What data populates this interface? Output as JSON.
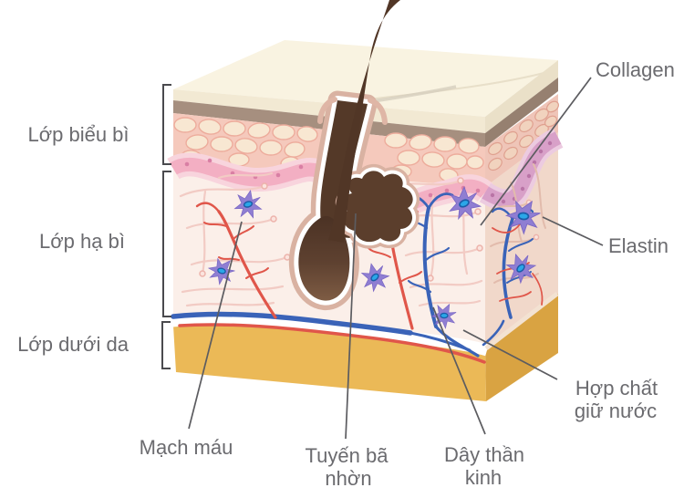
{
  "labels": {
    "epidermis": "Lớp biểu bì",
    "dermis": "Lớp hạ bì",
    "subcutaneous": "Lớp dưới da",
    "collagen": "Collagen",
    "elastin": "Elastin",
    "water_compound_line1": "Hợp chất",
    "water_compound_line2": "giữ nước",
    "blood_vessel": "Mạch máu",
    "sebaceous_line1": "Tuyến bã",
    "sebaceous_line2": "nhờn",
    "nerve_line1": "Dây thần",
    "nerve_line2": "kinh"
  },
  "colors": {
    "label_text": "#6B6B6F",
    "leader_line": "#5C5C60",
    "bracket": "#4A4A4E",
    "surface_cream": "#F9F3E1",
    "stratum_corneum_brown": "#A68F7F",
    "epidermis_pink": "#F5C9BC",
    "basal_band_pink": "#F3AFC3",
    "dermis_light": "#FBEFE9",
    "subcutaneous_gold": "#EBB957",
    "hair_brown": "#513626",
    "follicle_sheath_beige": "#D9B2A2",
    "vessel_red": "#E0564A",
    "vessel_blue": "#3A63B8",
    "nerve_purple": "#8F7ED2",
    "nerve_nucleus_blue": "#2AA7E8"
  }
}
